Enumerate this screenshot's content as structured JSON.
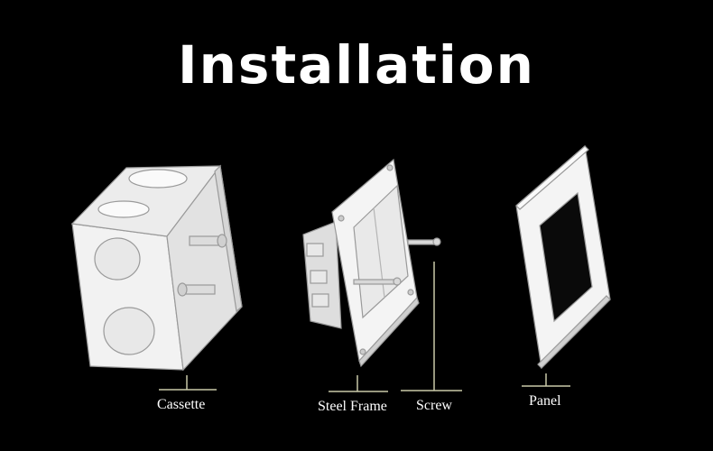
{
  "title": "Installation",
  "labels": {
    "cassette": "Cassette",
    "steel_frame": "Steel Frame",
    "screw": "Screw",
    "panel": "Panel"
  },
  "colors": {
    "background": "#000000",
    "line_art": "#e6e6e6",
    "leader": "#c9c9a8"
  }
}
